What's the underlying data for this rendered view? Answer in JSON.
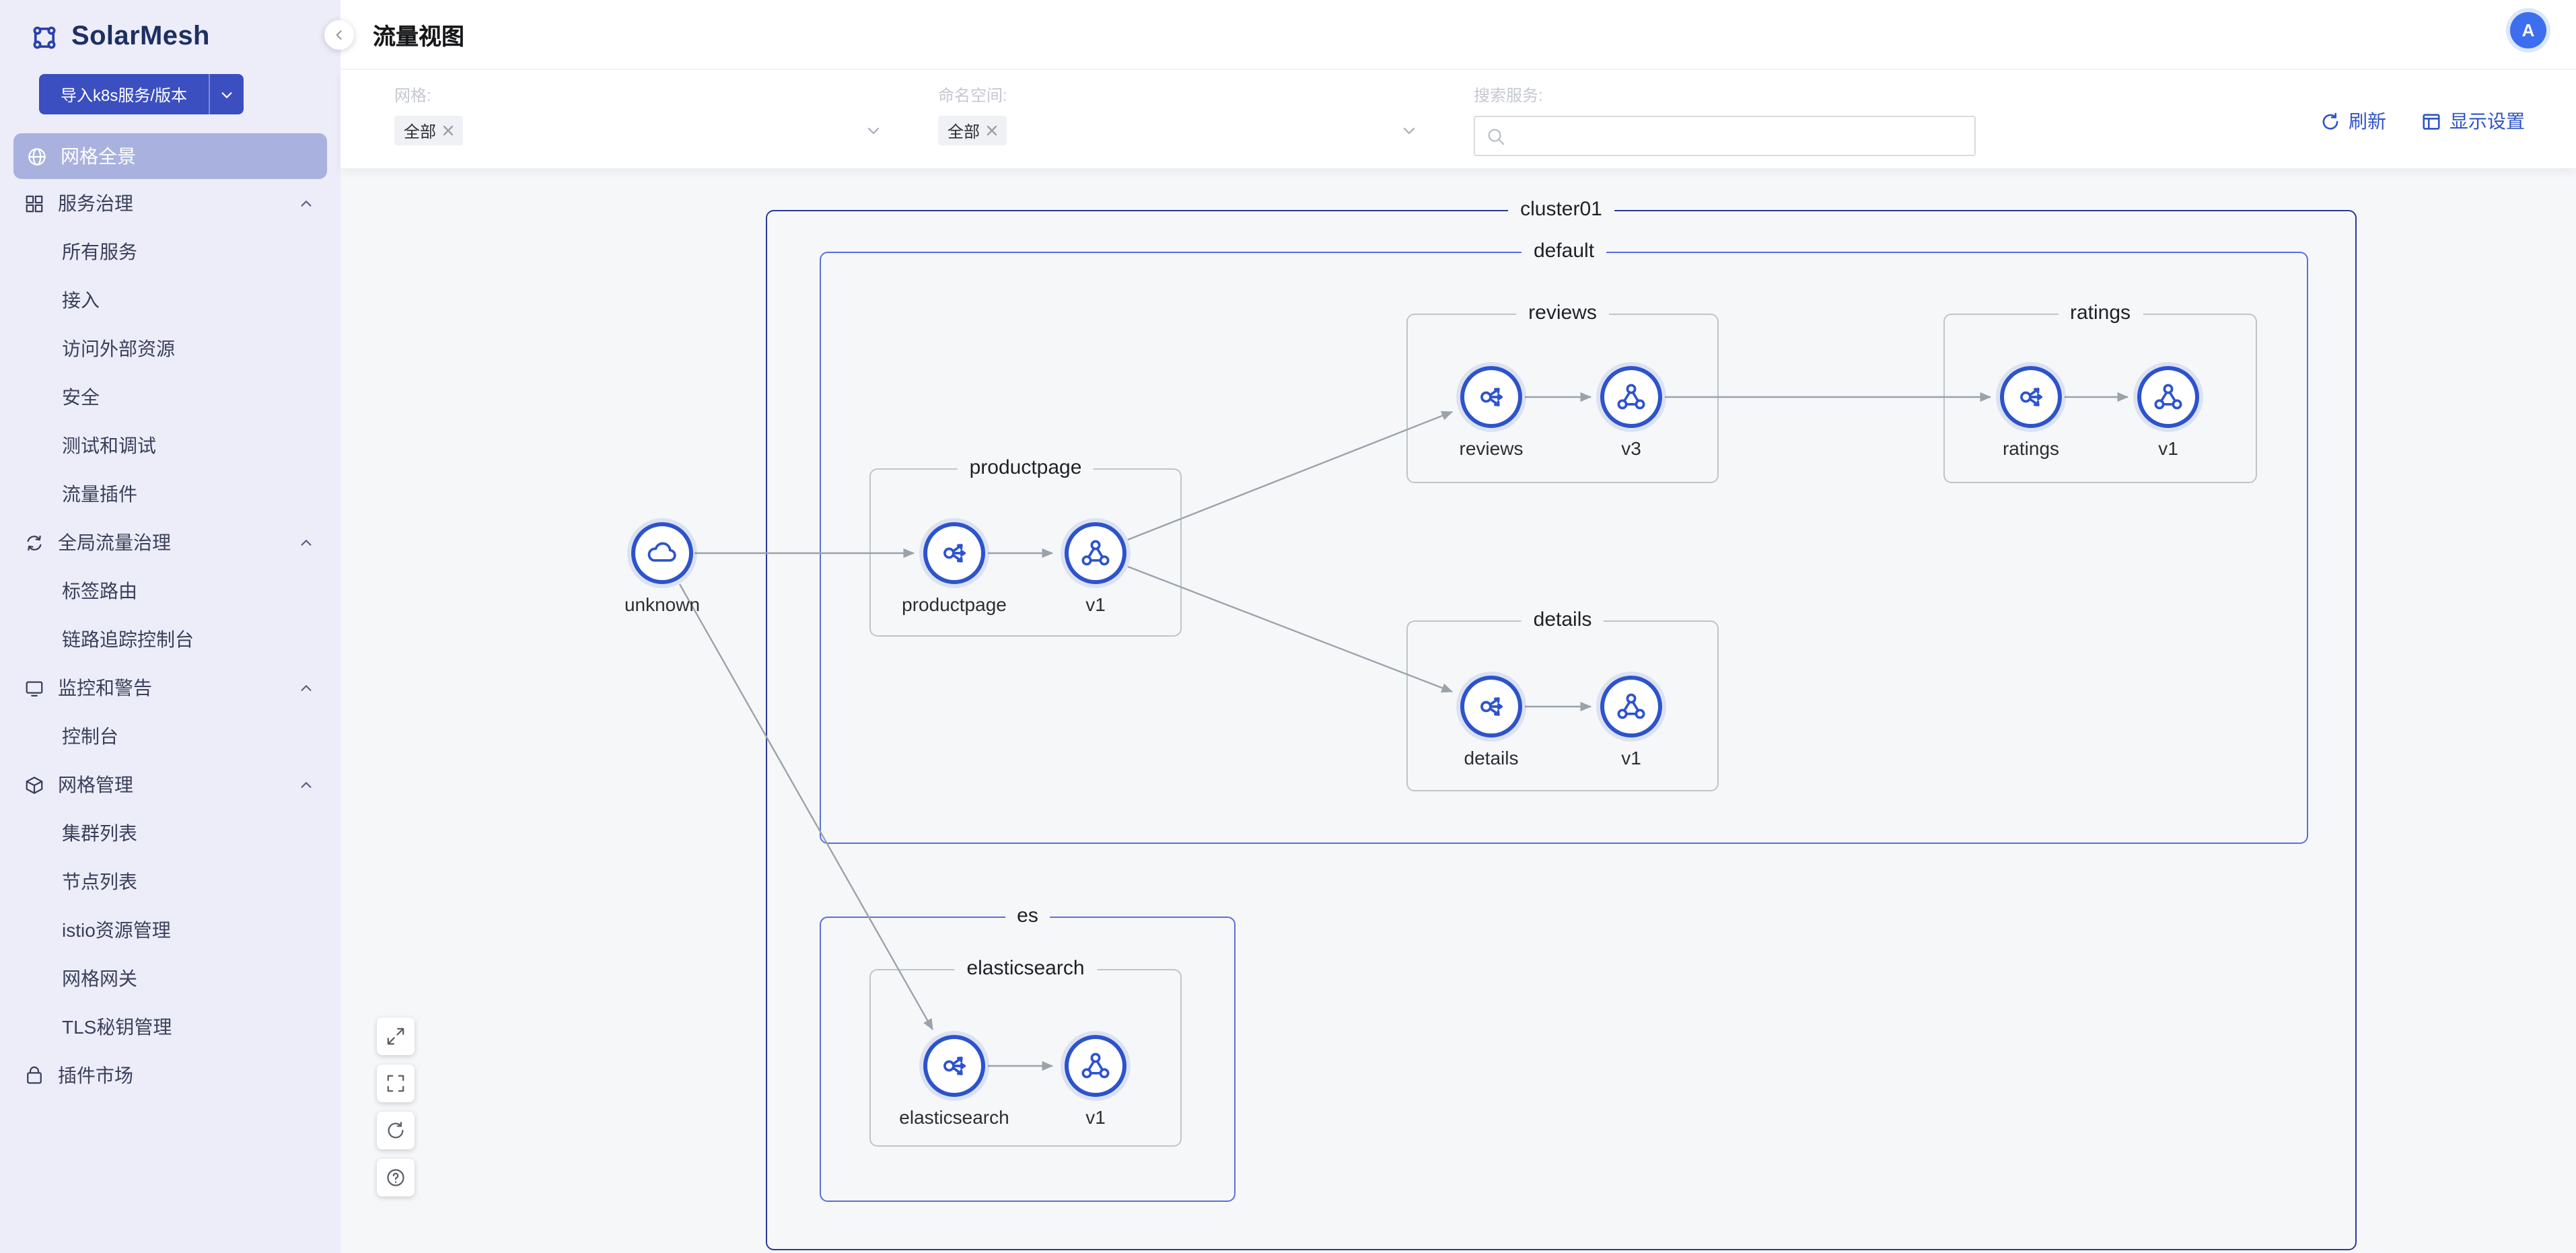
{
  "app": {
    "name": "SolarMesh",
    "page_title": "流量视图",
    "avatar_initial": "A"
  },
  "sidebar": {
    "import_button": {
      "label": "导入k8s服务/版本"
    },
    "items": [
      {
        "label": "网格全景"
      },
      {
        "label": "服务治理"
      },
      {
        "label": "所有服务"
      },
      {
        "label": "接入"
      },
      {
        "label": "访问外部资源"
      },
      {
        "label": "安全"
      },
      {
        "label": "测试和调试"
      },
      {
        "label": "流量插件"
      },
      {
        "label": "全局流量治理"
      },
      {
        "label": "标签路由"
      },
      {
        "label": "链路追踪控制台"
      },
      {
        "label": "监控和警告"
      },
      {
        "label": "控制台"
      },
      {
        "label": "网格管理"
      },
      {
        "label": "集群列表"
      },
      {
        "label": "节点列表"
      },
      {
        "label": "istio资源管理"
      },
      {
        "label": "网格网关"
      },
      {
        "label": "TLS秘钥管理"
      },
      {
        "label": "插件市场"
      }
    ]
  },
  "filters": {
    "mesh": {
      "label": "网格:",
      "value": "全部"
    },
    "namespace": {
      "label": "命名空间:",
      "value": "全部"
    },
    "search": {
      "label": "搜索服务:",
      "placeholder": ""
    },
    "refresh_label": "刷新",
    "display_settings_label": "显示设置"
  },
  "graph": {
    "cluster": {
      "label": "cluster01"
    },
    "namespaces": {
      "default": {
        "label": "default"
      },
      "es": {
        "label": "es"
      }
    },
    "unknown": {
      "label": "unknown"
    },
    "groups": {
      "reviews": {
        "label": "reviews",
        "service": "reviews",
        "version": "v3"
      },
      "ratings": {
        "label": "ratings",
        "service": "ratings",
        "version": "v1"
      },
      "productpage": {
        "label": "productpage",
        "service": "productpage",
        "version": "v1"
      },
      "details": {
        "label": "details",
        "service": "details",
        "version": "v1"
      },
      "elasticsearch": {
        "label": "elasticsearch",
        "service": "elasticsearch",
        "version": "v1"
      }
    },
    "edges": [
      {
        "from": "unknown",
        "to": "productpage"
      },
      {
        "from": "productpage",
        "to": "productpage-v1"
      },
      {
        "from": "productpage-v1",
        "to": "reviews"
      },
      {
        "from": "productpage-v1",
        "to": "details"
      },
      {
        "from": "reviews",
        "to": "reviews-v3"
      },
      {
        "from": "reviews-v3",
        "to": "ratings"
      },
      {
        "from": "ratings",
        "to": "ratings-v1"
      },
      {
        "from": "details",
        "to": "details-v1"
      },
      {
        "from": "unknown",
        "to": "elasticsearch"
      },
      {
        "from": "elasticsearch",
        "to": "elasticsearch-v1"
      }
    ]
  },
  "colors": {
    "accent": "#3b4fc0",
    "node_border": "#2d53cc",
    "edge": "#9aa3ab",
    "cluster_border": "#2a3a96",
    "namespace_border": "#5b6fd8",
    "group_border": "#bcc6c9",
    "sidebar_active_bg": "#a9b2de",
    "canvas_bg": "#f6f7f9"
  }
}
